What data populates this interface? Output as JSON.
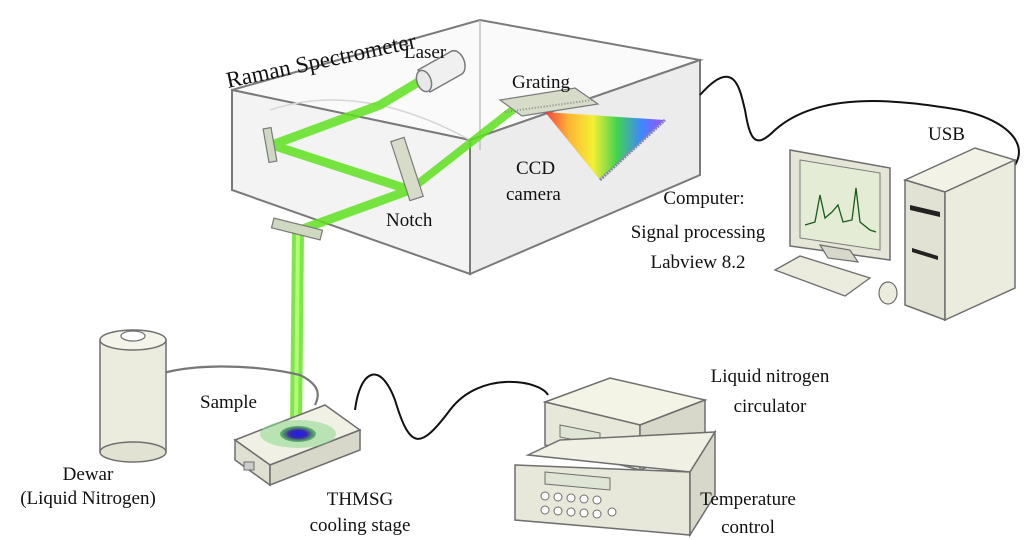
{
  "labels": {
    "raman_spectrometer": "Raman Spectrometer",
    "laser": "Laser",
    "grating": "Grating",
    "ccd_line1": "CCD",
    "ccd_line2": "camera",
    "notch": "Notch",
    "usb": "USB",
    "computer_line1": "Computer:",
    "computer_line2": "Signal processing",
    "computer_line3": "Labview 8.2",
    "sample": "Sample",
    "dewar_line1": "Dewar",
    "dewar_line2": "(Liquid Nitrogen)",
    "thmsg_line1": "THMSG",
    "thmsg_line2": "cooling stage",
    "ln_line1": "Liquid nitrogen",
    "ln_line2": "circulator",
    "temp_line1": "Temperature",
    "temp_line2": "control"
  },
  "colors": {
    "beam": "#5ee11e",
    "box_edge": "#7a7a7a",
    "box_fill": "#f4f4f4",
    "device": "#ececde",
    "device_edge": "#6e6e6e",
    "cable": "#111111"
  }
}
